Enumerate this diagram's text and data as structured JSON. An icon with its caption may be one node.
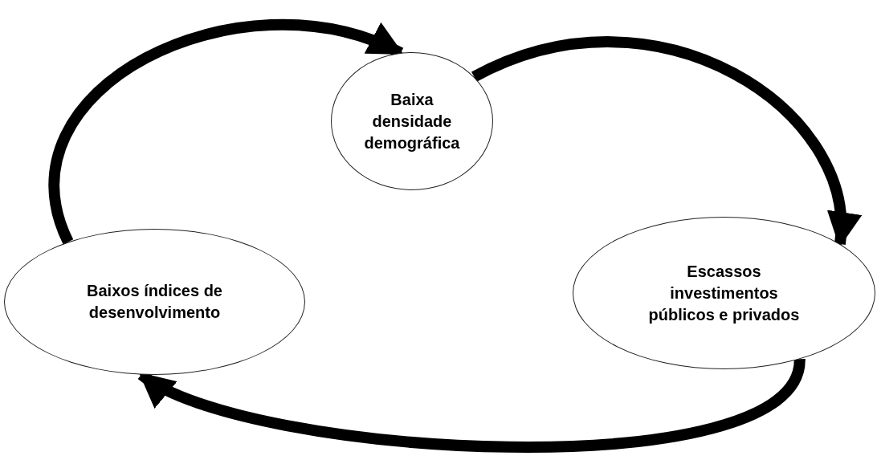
{
  "diagram": {
    "nodes": [
      {
        "text": [
          "Baixa densidade demográfica"
        ]
      },
      {
        "text": [
          "Escassos investimentos públicos e privados"
        ]
      },
      {
        "text": [
          "Baixos índices de desenvolvimento"
        ]
      }
    ],
    "edges": [
      {
        "from": 0,
        "to": 1,
        "arrow": "to"
      },
      {
        "from": 1,
        "to": 2,
        "arrow": "to"
      },
      {
        "from": 2,
        "to": 0,
        "arrow": "to"
      }
    ]
  }
}
